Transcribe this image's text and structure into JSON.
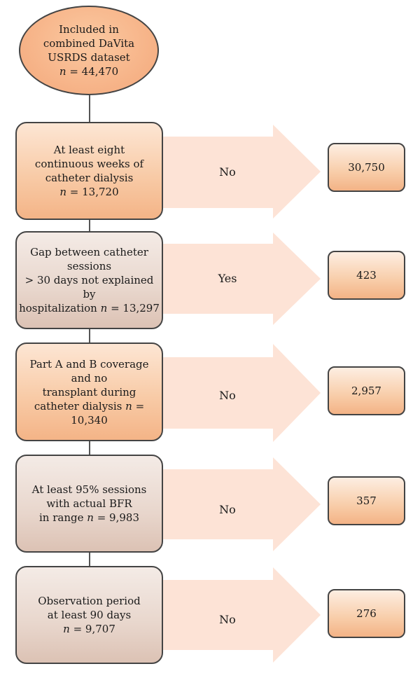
{
  "start": {
    "lines": [
      "Included in",
      "combined DaVita",
      "USRDS dataset"
    ],
    "n_label": "n",
    "n_value": "= 44,470"
  },
  "steps": [
    {
      "lines": [
        "At least eight",
        "continuous weeks of",
        "catheter dialysis"
      ],
      "n_label": "n",
      "n_value": "= 13,720",
      "decision": "No",
      "excluded": "30,750"
    },
    {
      "lines": [
        "Gap between catheter sessions",
        "> 30 days not explained by"
      ],
      "last_line": "hospitalization",
      "n_label": "n",
      "n_value": "= 13,297",
      "decision": "Yes",
      "excluded": "423"
    },
    {
      "lines": [
        "Part A and B coverage and no",
        "transplant during"
      ],
      "last_line": "catheter dialysis",
      "n_label": "n",
      "n_value": "= 10,340",
      "decision": "No",
      "excluded": "2,957"
    },
    {
      "lines": [
        "At least 95% sessions",
        "with actual BFR"
      ],
      "last_line": "in range",
      "n_label": "n",
      "n_value": "= 9,983",
      "decision": "No",
      "excluded": "357"
    },
    {
      "lines": [
        "Observation period",
        "at least 90 days"
      ],
      "n_label": "n",
      "n_value": "= 9,707",
      "decision": "No",
      "excluded": "276"
    }
  ],
  "colors": {
    "oval_fill": "#f4a77a",
    "box_orange": "#f8cba7",
    "box_tan": "#e8d6cc",
    "arrow_fill": "#fde3d6",
    "outline": "#444444"
  }
}
